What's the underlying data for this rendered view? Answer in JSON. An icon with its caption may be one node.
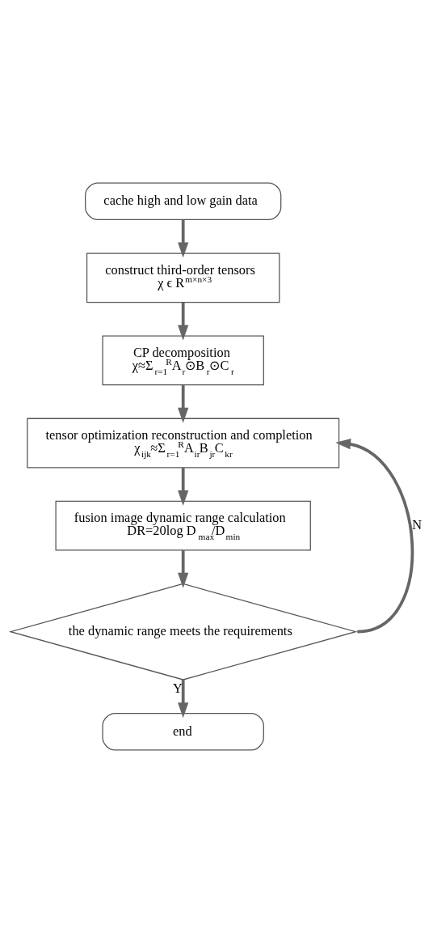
{
  "diagram": {
    "nodes": [
      {
        "text": [
          "cache high and low gain data"
        ]
      },
      {
        "text": [
          "construct third-order tensors",
          "χ ϵ R$^{m×n×3}$"
        ]
      },
      {
        "text": [
          "CP decomposition",
          "χ≈Σ$_{r=1}$$^{R}$A$_{r}$⊙B$_{r}$⊙C$_{r}$"
        ]
      },
      {
        "text": [
          "tensor optimization reconstruction and completion",
          "χ$_{ijk}$≈Σ$_{r=1}$$^{R}$A$_{ir}$B$_{jr}$C$_{kr}$"
        ]
      },
      {
        "text": [
          "fusion image dynamic range calculation",
          "DR=20log D$_{max}$/D$_{min}$"
        ]
      },
      {
        "text": [
          "the dynamic range meets the requirements"
        ]
      },
      {
        "text": [
          "end"
        ]
      }
    ],
    "edges": [
      {
        "from": 0,
        "to": 1,
        "arrow": "to"
      },
      {
        "from": 1,
        "to": 2,
        "arrow": "to"
      },
      {
        "from": 2,
        "to": 3,
        "arrow": "to"
      },
      {
        "from": 3,
        "to": 4,
        "arrow": "to"
      },
      {
        "from": 4,
        "to": 5,
        "arrow": "to"
      },
      {
        "from": 5,
        "to": 6,
        "arrow": "to",
        "label": "Y"
      },
      {
        "from": 5,
        "to": 3,
        "arrow": "to",
        "label": "N"
      }
    ]
  }
}
